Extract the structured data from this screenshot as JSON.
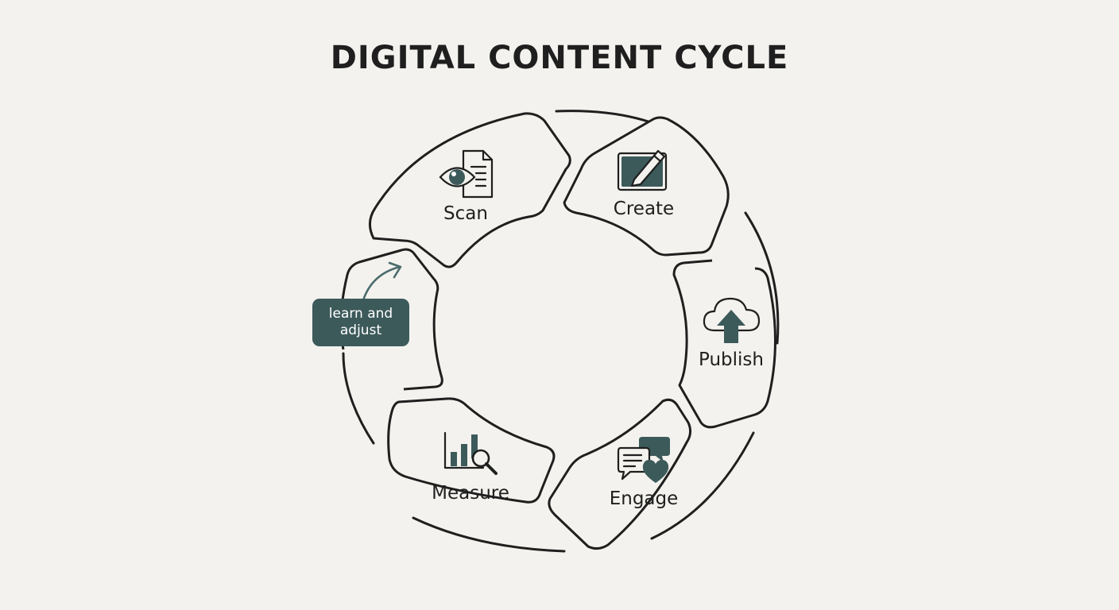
{
  "title": "DIGITAL CONTENT CYCLE",
  "steps": [
    {
      "label": "Scan",
      "icon": "eye-document-icon"
    },
    {
      "label": "Create",
      "icon": "pencil-tablet-icon"
    },
    {
      "label": "Publish",
      "icon": "cloud-upload-icon"
    },
    {
      "label": "Engage",
      "icon": "chat-heart-icon"
    },
    {
      "label": "Measure",
      "icon": "chart-magnifier-icon"
    }
  ],
  "loop_note": "learn and adjust",
  "colors": {
    "background": "#f3f2ee",
    "outline": "#1f1f1f",
    "accent": "#3d5a5b"
  }
}
